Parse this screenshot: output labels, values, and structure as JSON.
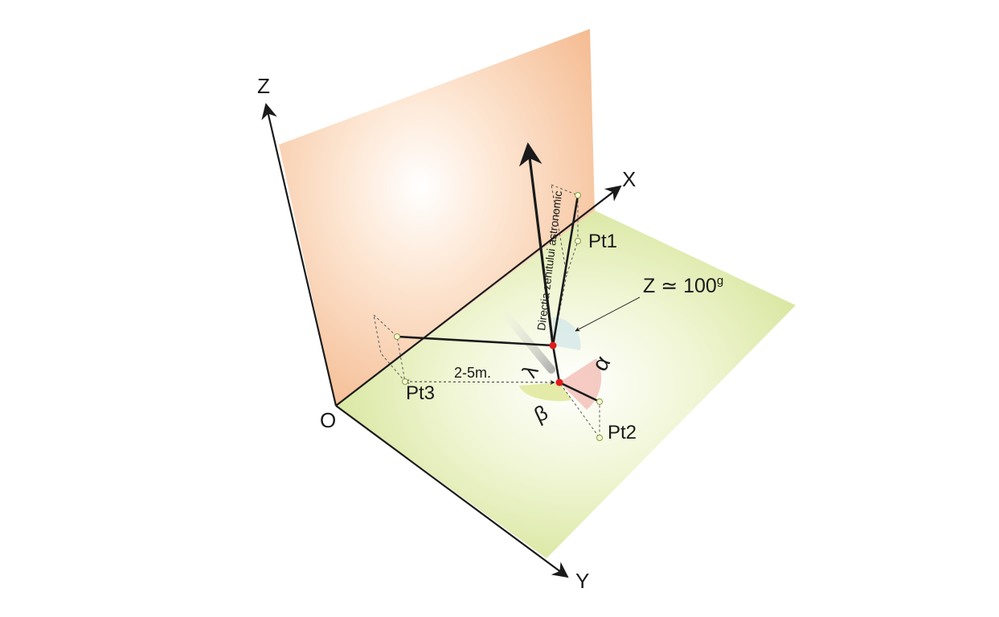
{
  "axes": {
    "z": "Z",
    "x": "X",
    "y": "Y",
    "origin": "O"
  },
  "points": {
    "pt1": "Pt1",
    "pt2": "Pt2",
    "pt3": "Pt3"
  },
  "labels": {
    "zenith_direction": "Directia zenitului astronomic",
    "zenith_angle_main": "Z ≃ 100",
    "zenith_angle_sup": "g",
    "distance": "2-5m.",
    "alpha": "α",
    "beta": "β",
    "lambda": "λ"
  },
  "colors": {
    "vertical_plane": "#f6c9a4",
    "horizontal_plane": "#d9e79c",
    "marker": "#e01b1b",
    "line": "#1a1a1a"
  }
}
